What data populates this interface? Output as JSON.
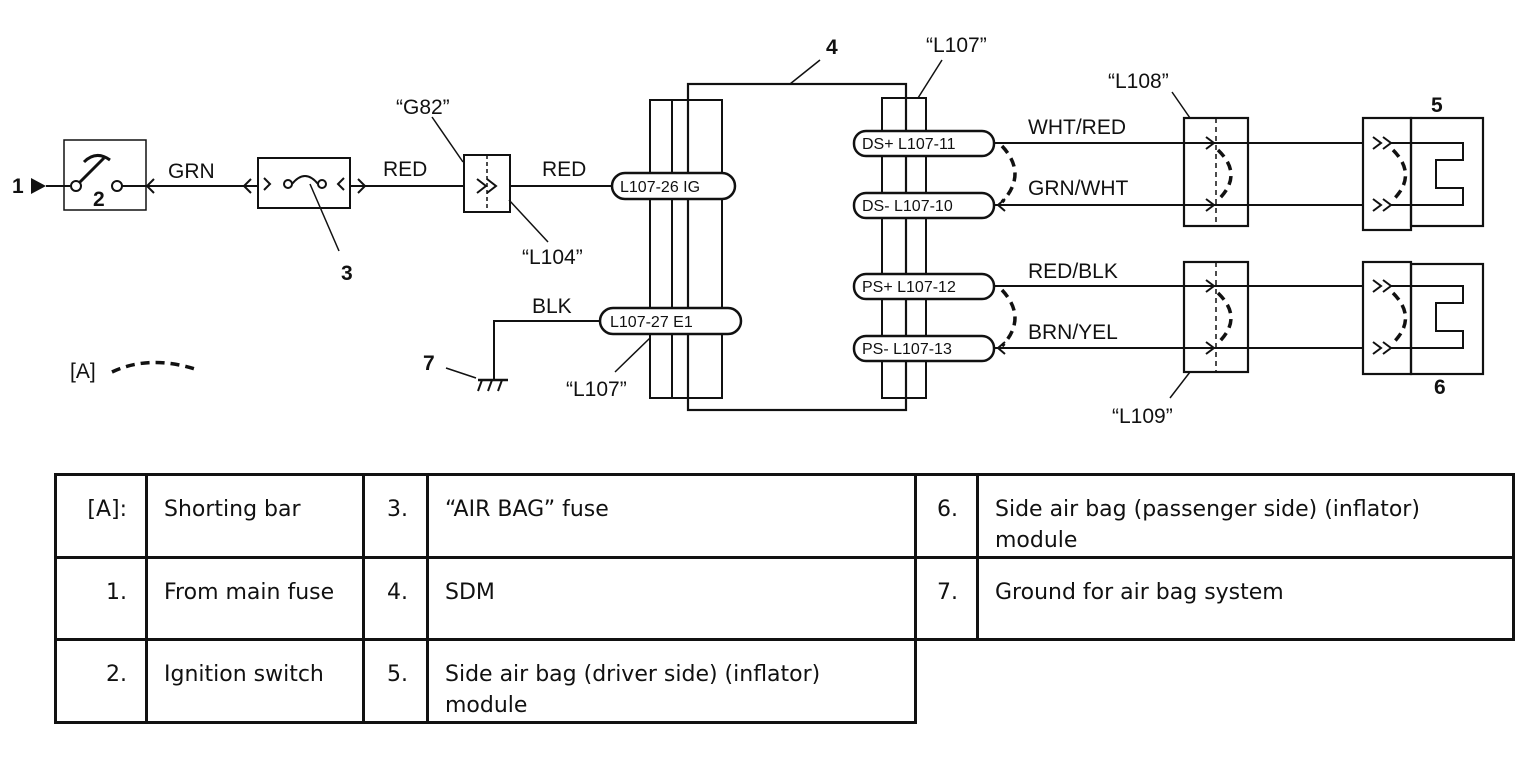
{
  "diagram": {
    "item_numbers": {
      "n1": "1",
      "n2": "2",
      "n3": "3",
      "n4": "4",
      "n5": "5",
      "n6": "6",
      "n7": "7"
    },
    "connectors": {
      "g82": "“G82”",
      "l104": "“L104”",
      "l107_top": "“L107”",
      "l107_bottom": "“L107”",
      "l108": "“L108”",
      "l109": "“L109”"
    },
    "wires": {
      "grn": "GRN",
      "red1": "RED",
      "red2": "RED",
      "blk": "BLK",
      "wht_red": "WHT/RED",
      "grn_wht": "GRN/WHT",
      "red_blk": "RED/BLK",
      "brn_yel": "BRN/YEL"
    },
    "terminals": {
      "ig": "L107-26 IG",
      "e1": "L107-27  E1",
      "ds_plus": "DS+ L107-11",
      "ds_minus": "DS-  L107-10",
      "ps_plus": "PS+ L107-12",
      "ps_minus": "PS-  L107-13"
    },
    "shorting_bar_key": "[A]"
  },
  "legend": {
    "rows": [
      [
        {
          "num": "[A]:",
          "text": "Shorting bar"
        },
        {
          "num": "3.",
          "text": "“AIR BAG” fuse"
        },
        {
          "num": "6.",
          "text": "Side air bag (passenger side) (inflator) module"
        }
      ],
      [
        {
          "num": "1.",
          "text": "From main fuse"
        },
        {
          "num": "4.",
          "text": "SDM"
        },
        {
          "num": "7.",
          "text": "Ground for air bag system"
        }
      ],
      [
        {
          "num": "2.",
          "text": "Ignition switch"
        },
        {
          "num": "5.",
          "text": "Side air bag (driver side) (inflator) module"
        }
      ]
    ]
  }
}
